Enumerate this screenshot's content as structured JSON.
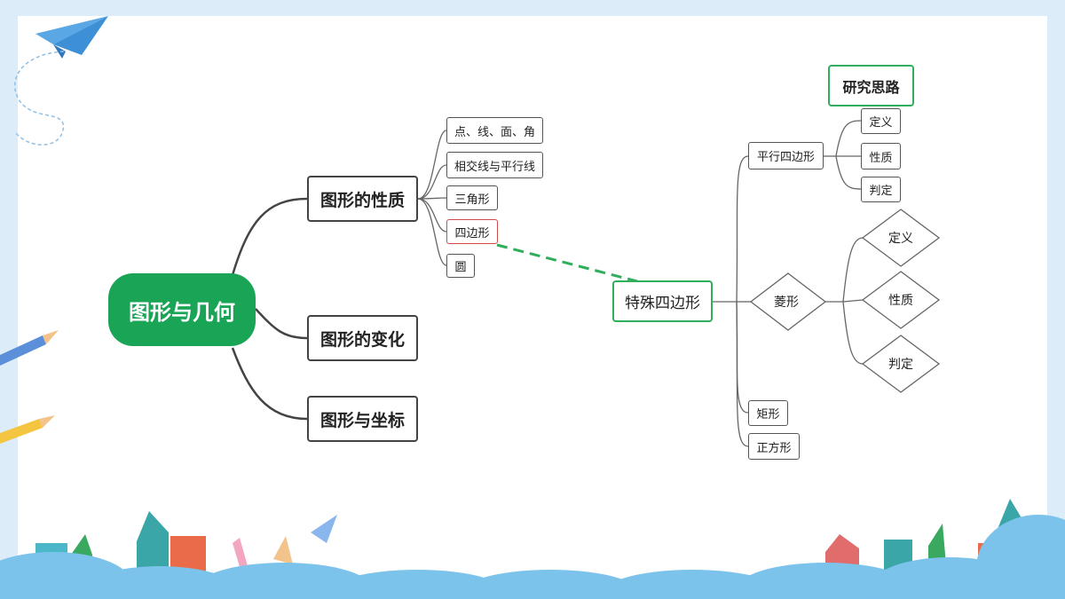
{
  "root": {
    "label": "图形与几何"
  },
  "branches": [
    {
      "label": "图形的性质"
    },
    {
      "label": "图形的变化"
    },
    {
      "label": "图形与坐标"
    }
  ],
  "properties_children": [
    "点、线、面、角",
    "相交线与平行线",
    "三角形",
    "四边形",
    "圆"
  ],
  "special": {
    "label": "特殊四边形"
  },
  "special_children": {
    "parallelogram": "平行四边形",
    "rhombus": "菱形",
    "rectangle": "矩形",
    "square": "正方形"
  },
  "research": {
    "label": "研究思路"
  },
  "parallelogram_children": [
    "定义",
    "性质",
    "判定"
  ],
  "rhombus_children": [
    "定义",
    "性质",
    "判定"
  ],
  "colors": {
    "accent_green": "#1aa456",
    "link_green": "#2fae5b",
    "highlight_red": "#d34a4a"
  }
}
